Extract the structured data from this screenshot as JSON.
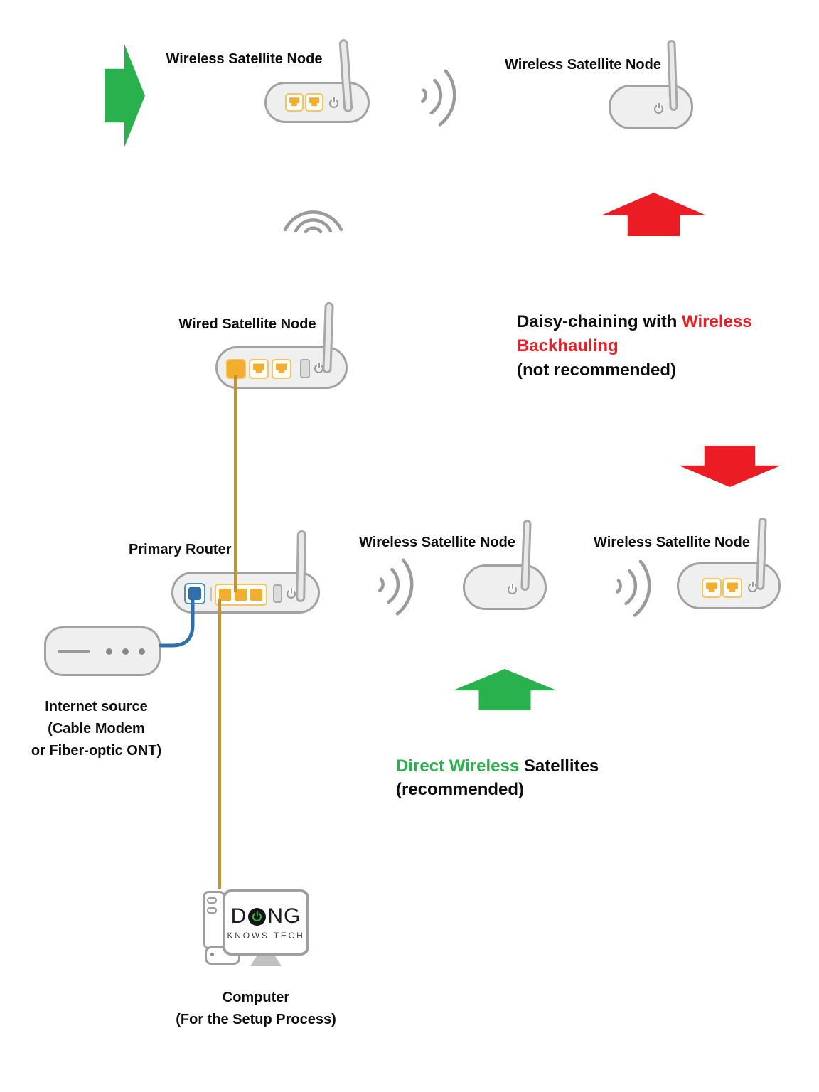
{
  "colors": {
    "arrow_green": "#28B14C",
    "arrow_red": "#EC1C24",
    "cable_orange": "#C9912C",
    "cable_blue": "#2E6FAD",
    "port_yellow": "#F2AF2F",
    "port_yellow_border": "#F7C55B",
    "wan_blue": "#2E6FAD",
    "device_border": "#A2A2A2",
    "device_fill": "#EFEFEF",
    "icon_gray": "#9A9A9A",
    "text_black": "#111111",
    "text_red": "#EC1C24",
    "text_green": "#28B14C"
  },
  "labels": {
    "satellite_top_left": "Wireless Satellite Node",
    "satellite_top_right": "Wireless Satellite Node",
    "wired_satellite": "Wired Satellite Node",
    "primary_router": "Primary Router",
    "satellite_mid_center": "Wireless Satellite Node",
    "satellite_mid_right": "Wireless Satellite Node",
    "internet_source_l1": "Internet source",
    "internet_source_l2": "(Cable Modem",
    "internet_source_l3": "or Fiber-optic ONT)",
    "computer_l1": "Computer",
    "computer_l2": "(For the Setup Process)"
  },
  "annotations": {
    "daisy_l1_black": "Daisy-chaining with ",
    "daisy_l1_red": "Wireless",
    "daisy_l2_red": "Backhauling",
    "daisy_l3_black": "(not recommended)",
    "direct_l1_green": "Direct Wireless ",
    "direct_l1_black": "Satellites",
    "direct_l2_black": "(recommended)"
  },
  "logo": {
    "d": "D",
    "ng": "NG",
    "sub": "KNOWS TECH"
  }
}
